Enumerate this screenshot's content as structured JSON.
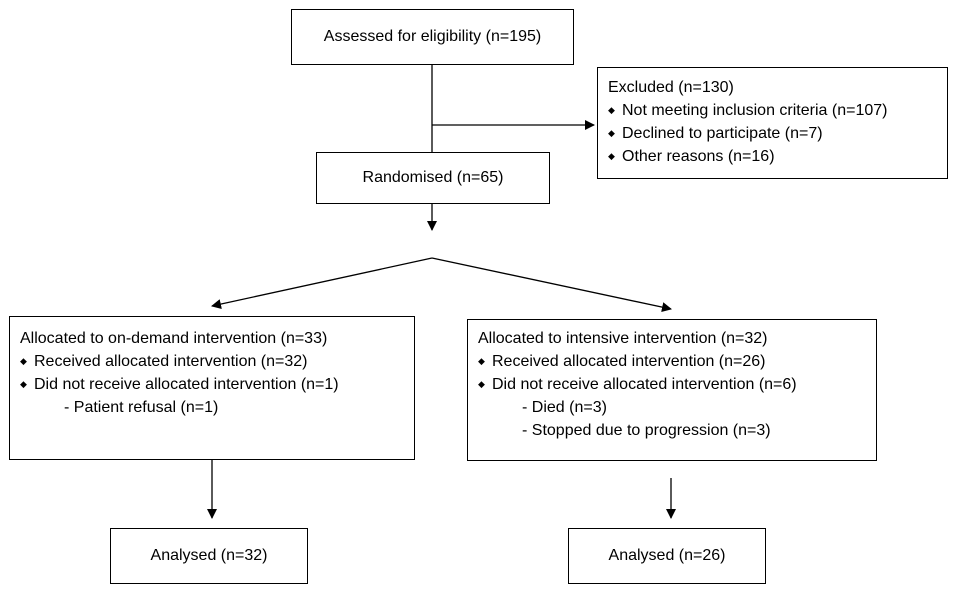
{
  "assessed": {
    "label": "Assessed for eligibility (n=195)"
  },
  "excluded": {
    "title": "Excluded (n=130)",
    "items": [
      "Not meeting inclusion criteria (n=107)",
      "Declined to participate (n=7)",
      "Other reasons (n=16)"
    ]
  },
  "randomised": {
    "label": "Randomised (n=65)"
  },
  "on_demand": {
    "title": "Allocated to on-demand intervention (n=33)",
    "items": [
      "Received allocated intervention (n=32)",
      "Did not receive allocated intervention (n=1)"
    ],
    "sub_items": [
      "- Patient refusal (n=1)"
    ]
  },
  "intensive": {
    "title": "Allocated to intensive intervention (n=32)",
    "items": [
      "Received allocated intervention (n=26)",
      "Did not receive allocated intervention (n=6)"
    ],
    "sub_items": [
      "- Died (n=3)",
      "- Stopped due to progression (n=3)"
    ]
  },
  "analysed_left": {
    "label": "Analysed (n=32)"
  },
  "analysed_right": {
    "label": "Analysed (n=26)"
  },
  "bullet_glyph": "◆",
  "line_color": "#000000"
}
